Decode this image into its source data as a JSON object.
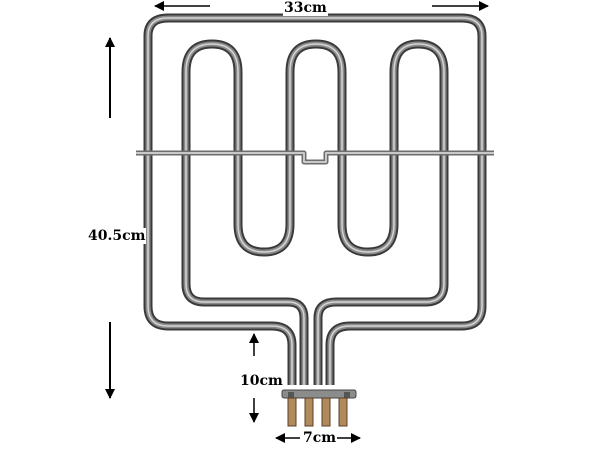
{
  "dimensions": {
    "width": "33cm",
    "height": "40.5cm",
    "terminal_height": "10cm",
    "terminal_width": "7cm"
  },
  "colors": {
    "element_dark": "#3a3a3a",
    "element_mid": "#8a8a8a",
    "element_light": "#d4d4d4",
    "bracket": "#9a9a9a",
    "arrow": "#000000",
    "background": "#ffffff"
  }
}
